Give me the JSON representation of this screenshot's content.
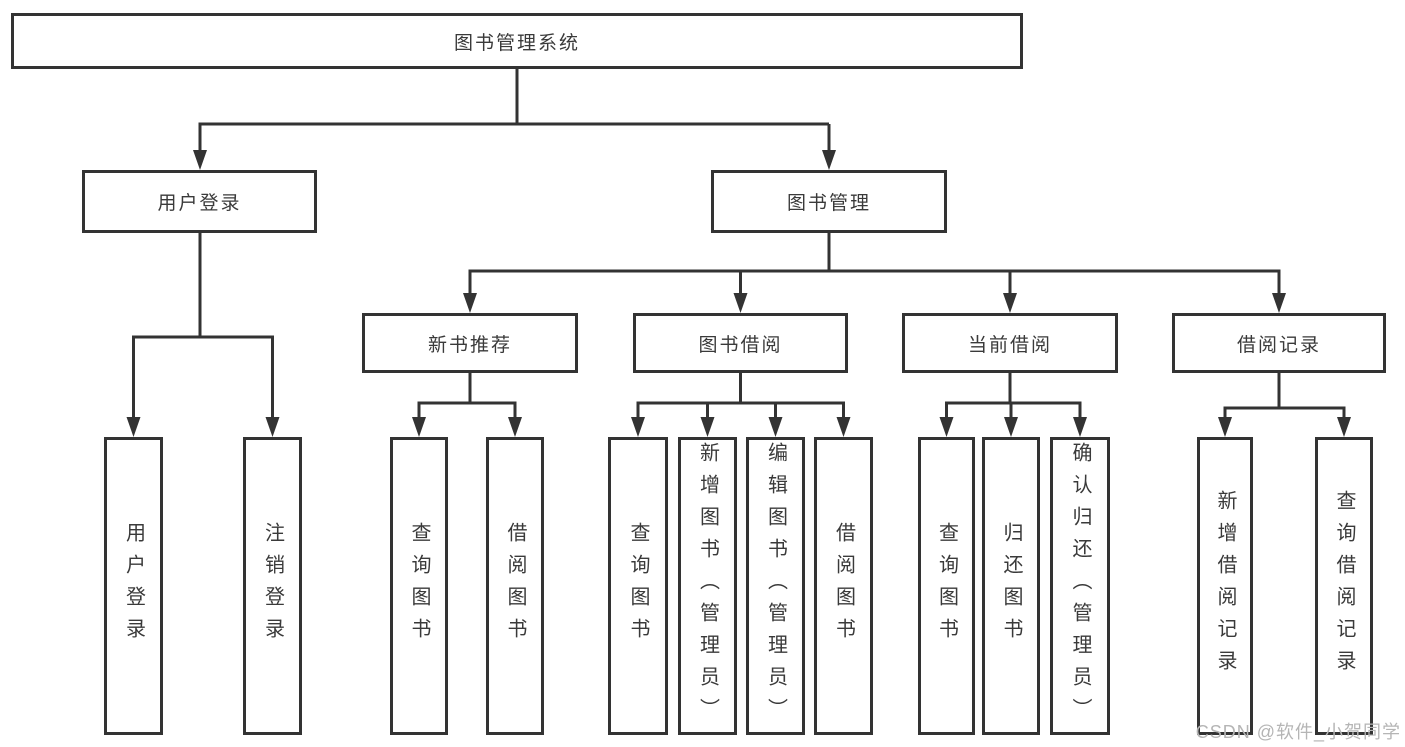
{
  "colors": {
    "line": "#333333",
    "border": "#333333",
    "text": "#3a3a3a",
    "background": "#ffffff",
    "watermark": "#b5b5b5"
  },
  "watermark": {
    "text": "CSDN @软件_小贺同学"
  },
  "tree": {
    "root": {
      "label": "图书管理系统",
      "children": [
        {
          "label": "用户登录",
          "children": [
            {
              "label": "用户登录"
            },
            {
              "label": "注销登录"
            }
          ]
        },
        {
          "label": "图书管理",
          "children": [
            {
              "label": "新书推荐",
              "children": [
                {
                  "label": "查询图书"
                },
                {
                  "label": "借阅图书"
                }
              ]
            },
            {
              "label": "图书借阅",
              "children": [
                {
                  "label": "查询图书"
                },
                {
                  "label": "新增图书（管理员）"
                },
                {
                  "label": "编辑图书（管理员）"
                },
                {
                  "label": "借阅图书"
                }
              ]
            },
            {
              "label": "当前借阅",
              "children": [
                {
                  "label": "查询图书"
                },
                {
                  "label": "归还图书"
                },
                {
                  "label": "确认归还（管理员）"
                }
              ]
            },
            {
              "label": "借阅记录",
              "children": [
                {
                  "label": "新增借阅记录"
                },
                {
                  "label": "查询借阅记录"
                }
              ]
            }
          ]
        }
      ]
    }
  }
}
